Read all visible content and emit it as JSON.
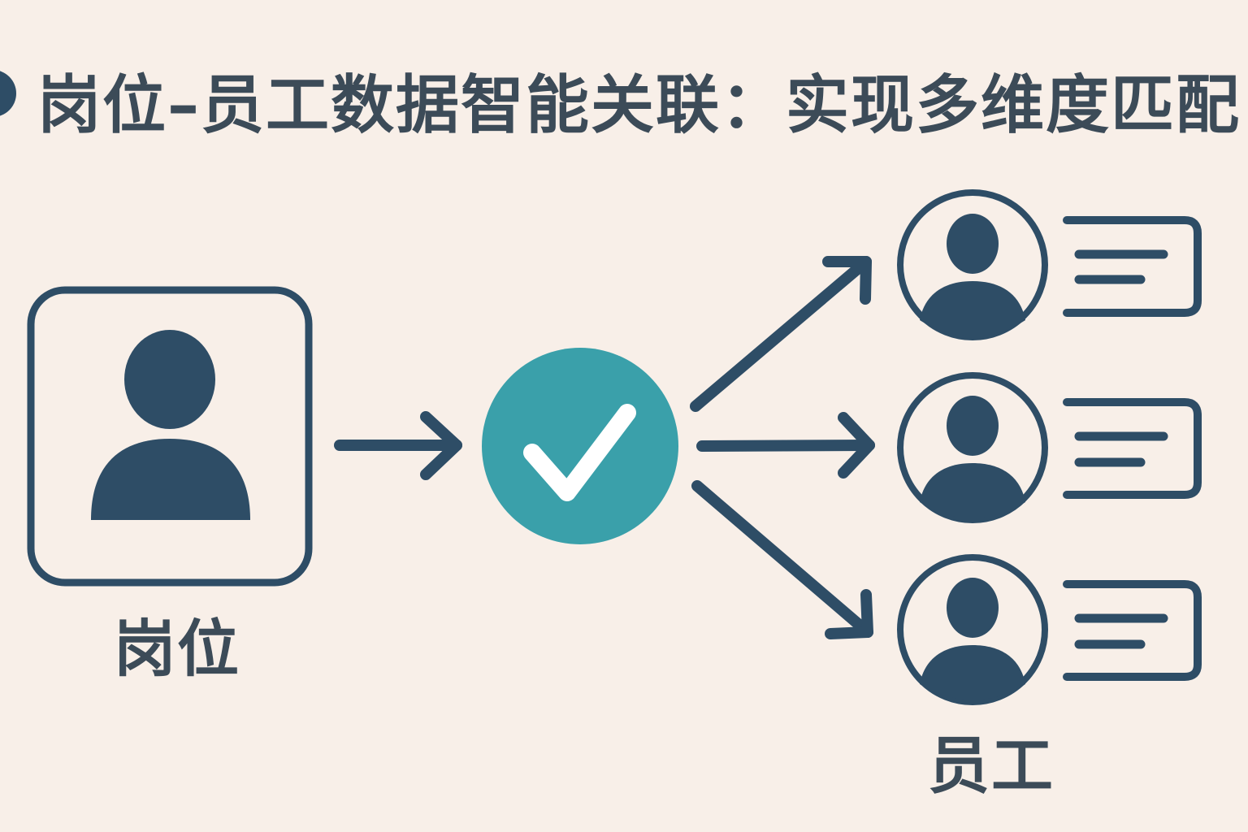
{
  "header": {
    "title": "岗位–员工数据智能关联：实现多维度匹配"
  },
  "nodes": {
    "position_label": "岗位",
    "employee_label": "员工",
    "position_icon": "user-icon",
    "match_icon": "checkmark-icon",
    "employee_icon": "user-circle-icon",
    "card_icon": "id-card-icon"
  },
  "colors": {
    "background": "#f8efe8",
    "primary": "#2e4d66",
    "accent": "#3aa0aa",
    "text": "#3c4b58"
  }
}
